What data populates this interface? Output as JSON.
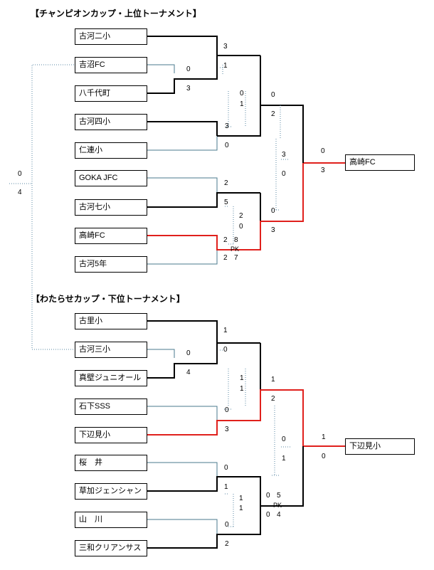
{
  "upper": {
    "title": "【チャンピオンカップ・上位トーナメント】",
    "teams": [
      "古河二小",
      "吉沼FC",
      "八千代町",
      "古河四小",
      "仁連小",
      "GOKA JFC",
      "古河七小",
      "高崎FC",
      "古河5年"
    ],
    "winner": "高崎FC",
    "scores": {
      "s1": "3",
      "s2": "1",
      "s3": "0",
      "s4": "3",
      "s5": "0",
      "s6": "1",
      "s7": "3",
      "s8": "0",
      "s9": "0",
      "s10": "2",
      "s11": "3",
      "s12": "0",
      "s13": "2",
      "s14": "5",
      "s15": "2",
      "s16": "0",
      "s17": "2",
      "s18": "8",
      "s19": "2",
      "s20": "7",
      "s21": "0",
      "s22": "3",
      "s23": "0",
      "s24": "3"
    },
    "pk_label": "PK"
  },
  "lower": {
    "title": "【わたらせカップ・下位トーナメント】",
    "teams": [
      "古里小",
      "古河三小",
      "真壁ジュニオール",
      "石下SSS",
      "下辺見小",
      "桜　井",
      "草加ジェンシャン",
      "山　川",
      "三和クリアンサス"
    ],
    "winner": "下辺見小",
    "scores": {
      "s1": "1",
      "s2": "0",
      "s3": "0",
      "s4": "4",
      "s5": "1",
      "s6": "1",
      "s7": "0",
      "s8": "3",
      "s9": "1",
      "s10": "2",
      "s11": "0",
      "s12": "1",
      "s13": "0",
      "s14": "1",
      "s15": "1",
      "s16": "1",
      "s17": "0",
      "s18": "2",
      "s19": "0",
      "s20": "5",
      "s21": "0",
      "s22": "4",
      "s23": "1",
      "s24": "0"
    },
    "pk_label": "PK"
  },
  "playoff": {
    "top": "0",
    "bottom": "4"
  },
  "colors": {
    "line": "#000000",
    "faint": "#4a7a8c",
    "dotted": "#5a87a3",
    "winner_path": "#e0201c"
  }
}
